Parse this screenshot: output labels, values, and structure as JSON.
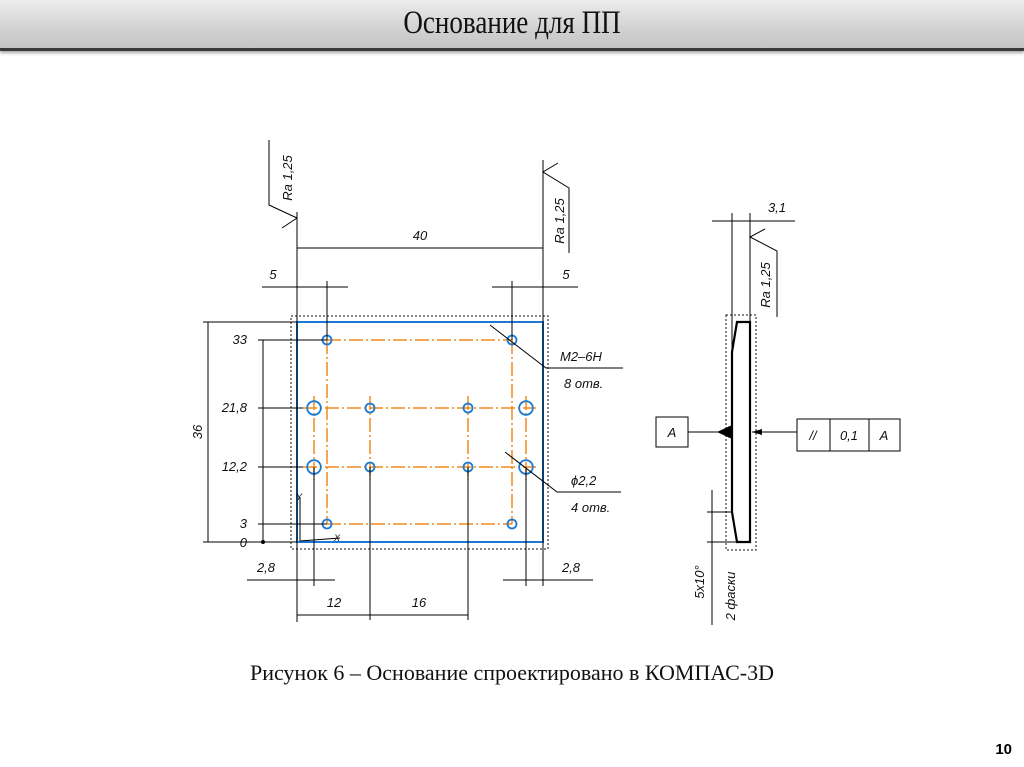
{
  "header": {
    "title": "Основание для ПП"
  },
  "caption": "Рисунок 6 – Основание спроектировано в КОМПАС-3D",
  "page_number": "10",
  "drawing": {
    "front": {
      "width_dim": "40",
      "height_dim": "36",
      "left_offset": "5",
      "right_offset": "5",
      "ordinates": [
        "33",
        "21,8",
        "12,2",
        "3",
        "0"
      ],
      "left_hole_offset": "2,8",
      "right_hole_offset": "2,8",
      "dim_12": "12",
      "dim_16": "16",
      "roughness_left": "Ra 1,25",
      "roughness_right": "Ra 1,25",
      "thread_callout": "M2–6H",
      "thread_count": "8 отв.",
      "hole_callout": "ϕ2,2",
      "hole_count": "4 отв.",
      "axis_x": "X",
      "axis_y": "Y"
    },
    "side": {
      "thickness_dim": "3,1",
      "roughness": "Ra 1,25",
      "datum": "A",
      "tolerance_symbol": "//",
      "tolerance_value": "0,1",
      "tolerance_datum": "A",
      "chamfer": "5x10°",
      "chamfer_count": "2 фаски"
    }
  }
}
